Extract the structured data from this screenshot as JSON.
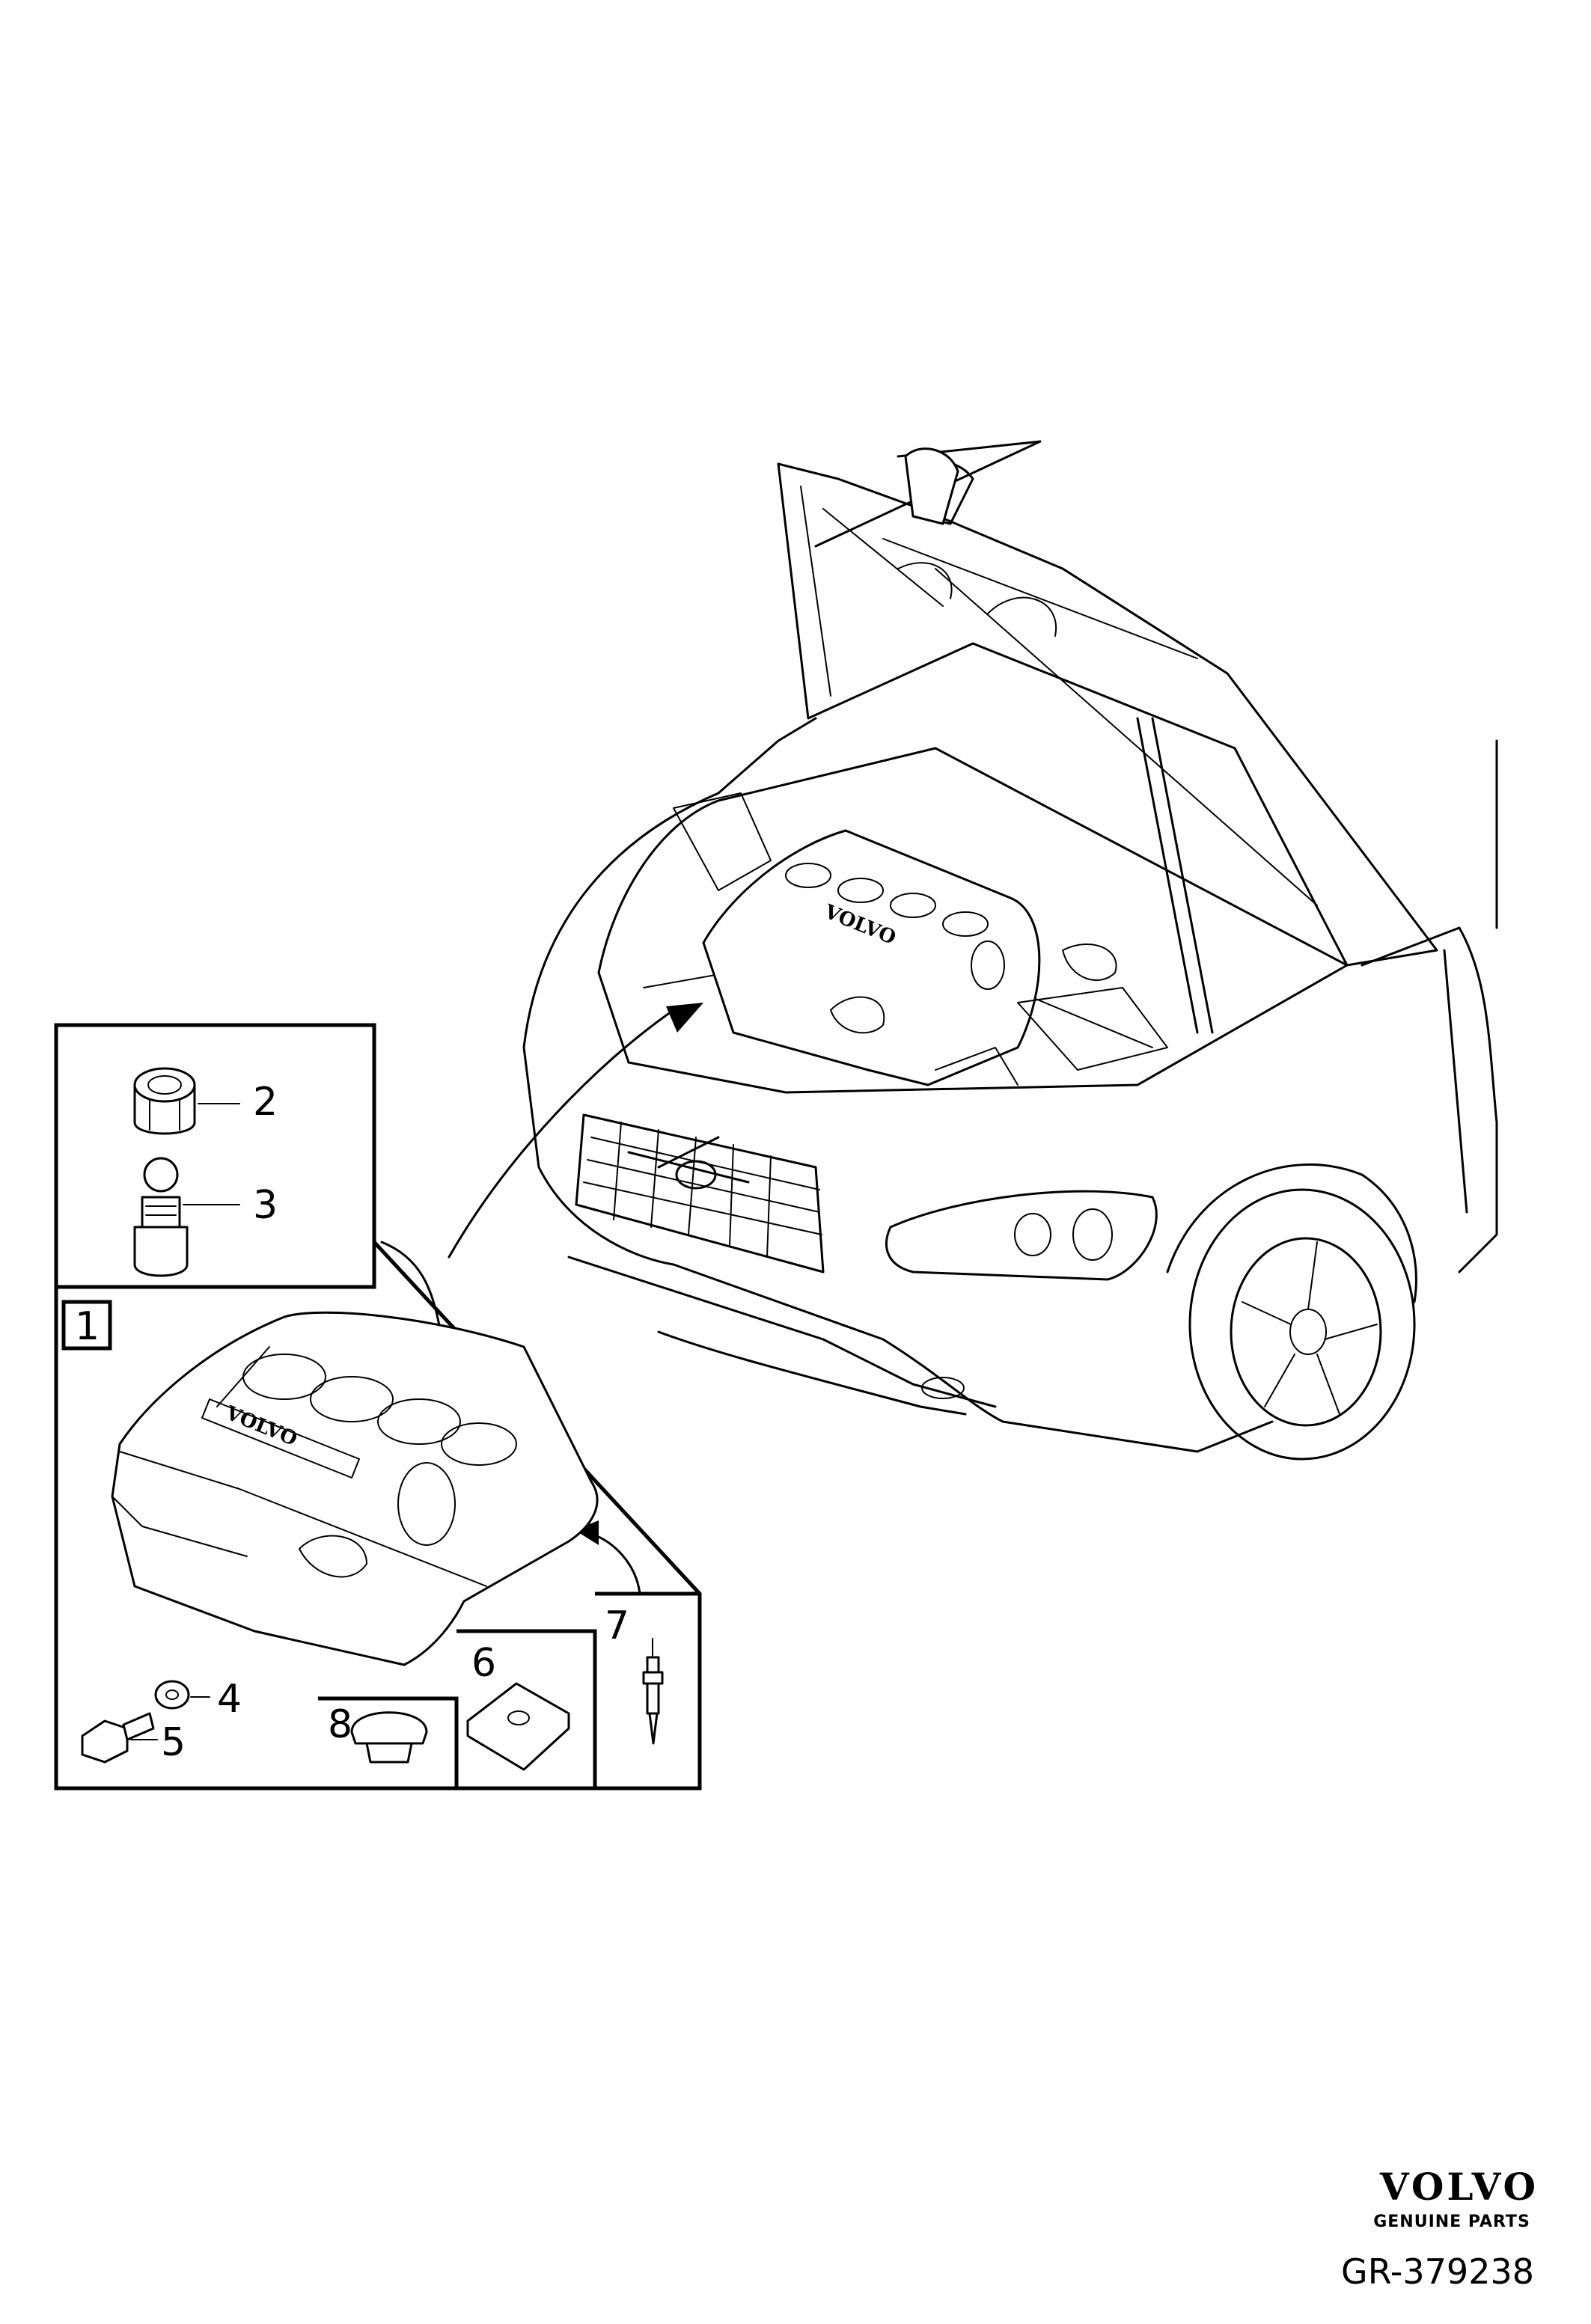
{
  "callouts": {
    "c1": "1",
    "c2": "2",
    "c3": "3",
    "c4": "4",
    "c5": "5",
    "c6": "6",
    "c7": "7",
    "c8": "8"
  },
  "embossed_logo": "VOLVO",
  "footer": {
    "brand": "VOLVO",
    "brand_sub": "GENUINE PARTS",
    "diagram_id": "GR-379238"
  },
  "icons": [
    "car-front-icon",
    "engine-cover-icon",
    "nut-icon",
    "stud-bolt-icon",
    "washer-icon",
    "bolt-icon",
    "clip-nut-icon",
    "pin-icon",
    "plug-icon"
  ]
}
